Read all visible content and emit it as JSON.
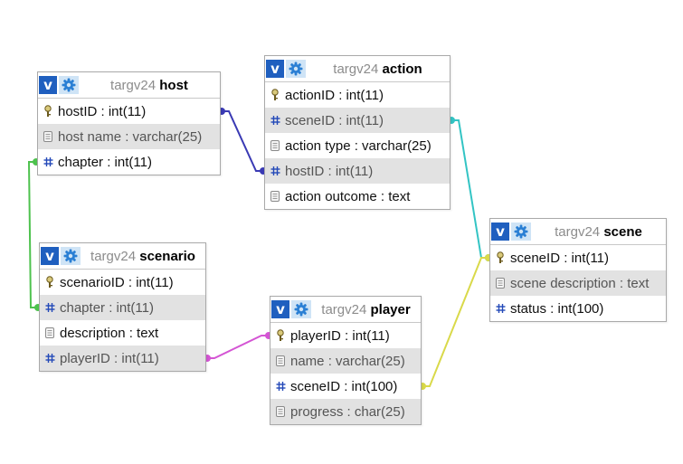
{
  "db": "targv24",
  "tables": [
    {
      "id": "host",
      "name": "host",
      "rows": [
        {
          "text": "hostID : int(11)",
          "icon": "key-icon",
          "alt": false
        },
        {
          "text": "host name : varchar(25)",
          "icon": "text-column-icon",
          "alt": true
        },
        {
          "text": "chapter : int(11)",
          "icon": "hash-icon",
          "alt": false
        }
      ]
    },
    {
      "id": "action",
      "name": "action",
      "rows": [
        {
          "text": "actionID : int(11)",
          "icon": "key-icon",
          "alt": false
        },
        {
          "text": "sceneID : int(11)",
          "icon": "hash-icon",
          "alt": true
        },
        {
          "text": "action type : varchar(25)",
          "icon": "text-column-icon",
          "alt": false
        },
        {
          "text": "hostID : int(11)",
          "icon": "hash-icon",
          "alt": true
        },
        {
          "text": "action outcome : text",
          "icon": "text-column-icon",
          "alt": false
        }
      ]
    },
    {
      "id": "scene",
      "name": "scene",
      "rows": [
        {
          "text": "sceneID : int(11)",
          "icon": "key-icon",
          "alt": false
        },
        {
          "text": "scene description : text",
          "icon": "text-column-icon",
          "alt": true
        },
        {
          "text": "status : int(100)",
          "icon": "hash-icon",
          "alt": false
        }
      ]
    },
    {
      "id": "scenario",
      "name": "scenario",
      "rows": [
        {
          "text": "scenarioID : int(11)",
          "icon": "key-icon",
          "alt": false
        },
        {
          "text": "chapter : int(11)",
          "icon": "hash-icon",
          "alt": true
        },
        {
          "text": "description : text",
          "icon": "text-column-icon",
          "alt": false
        },
        {
          "text": "playerID : int(11)",
          "icon": "hash-icon",
          "alt": true
        }
      ]
    },
    {
      "id": "player",
      "name": "player",
      "rows": [
        {
          "text": "playerID : int(11)",
          "icon": "key-icon",
          "alt": false
        },
        {
          "text": "name : varchar(25)",
          "icon": "text-column-icon",
          "alt": true
        },
        {
          "text": "sceneID : int(100)",
          "icon": "hash-icon",
          "alt": false
        },
        {
          "text": "progress : char(25)",
          "icon": "text-column-icon",
          "alt": true
        }
      ]
    }
  ],
  "relations": [
    {
      "from": "action.hostID",
      "to": "host.hostID",
      "color": "#3a3ab4"
    },
    {
      "from": "action.sceneID",
      "to": "scene.sceneID",
      "color": "#33c4c4"
    },
    {
      "from": "scenario.chapter",
      "to": "host.chapter",
      "color": "#4ec24e"
    },
    {
      "from": "scenario.playerID",
      "to": "player.playerID",
      "color": "#d455d4"
    },
    {
      "from": "player.sceneID",
      "to": "scene.sceneID",
      "color": "#d9d94a"
    }
  ],
  "colors": {
    "header_button": "#1f5fbf",
    "settings_button": "#cfe4f6",
    "alt_row": "#e2e2e2",
    "border": "#a9a9a9"
  }
}
